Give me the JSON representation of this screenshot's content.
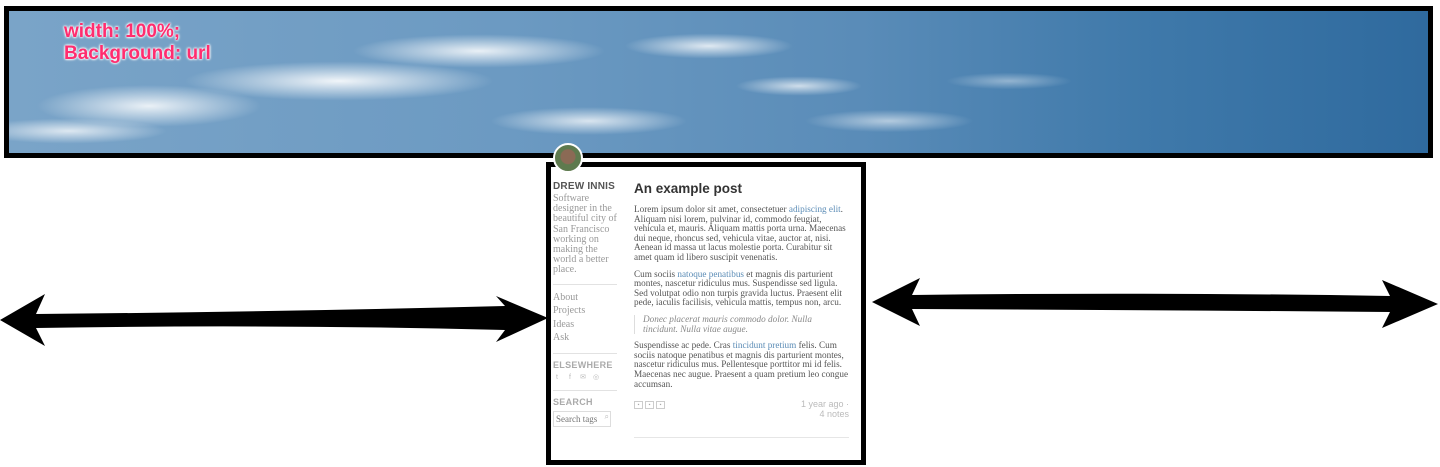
{
  "banner": {
    "annotation_line1": "width: 100%;",
    "annotation_line2": "Background: url"
  },
  "sidebar": {
    "author": "DREW INNIS",
    "bio": "Software designer in the beautiful city of San Francisco working on making the world a better place.",
    "nav": [
      "About",
      "Projects",
      "Ideas",
      "Ask"
    ],
    "elsewhere_heading": "ELSEWHERE",
    "social_icons": [
      "twitter-icon",
      "facebook-icon",
      "email-icon",
      "dribbble-icon"
    ],
    "search_heading": "SEARCH",
    "search_placeholder": "Search tags"
  },
  "post": {
    "title": "An example post",
    "p1_a": "Lorem ipsum dolor sit amet, consectetuer ",
    "p1_link": "adipiscing elit",
    "p1_b": ". Aliquam nisi lorem, pulvinar id, commodo feugiat, vehicula et, mauris. Aliquam mattis porta urna. Maecenas dui neque, rhoncus sed, vehicula vitae, auctor at, nisi. Aenean id massa ut lacus molestie porta. Curabitur sit amet quam id libero suscipit venenatis.",
    "p2_a": "Cum sociis ",
    "p2_link": "natoque penatibus",
    "p2_b": " et magnis dis parturient montes, nascetur ridiculus mus. Suspendisse sed ligula. Sed volutpat odio non turpis gravida luctus. Praesent elit pede, iaculis facilisis, vehicula mattis, tempus non, arcu.",
    "quote": "Donec placerat mauris commodo dolor. Nulla tincidunt. Nulla vitae augue.",
    "p3_a": "Suspendisse ac pede. Cras ",
    "p3_link": "tincidunt pretium",
    "p3_b": " felis. Cum sociis natoque penatibus et magnis dis parturient montes, nascetur ridiculus mus. Pellentesque porttitor mi id felis. Maecenas nec augue. Praesent a quam pretium leo congue accumsan.",
    "timestamp": "1 year ago ·",
    "notes": "4 notes"
  },
  "colors": {
    "annotation": "#ff2d6f",
    "link": "#5b8cb6",
    "frame": "#000000"
  }
}
